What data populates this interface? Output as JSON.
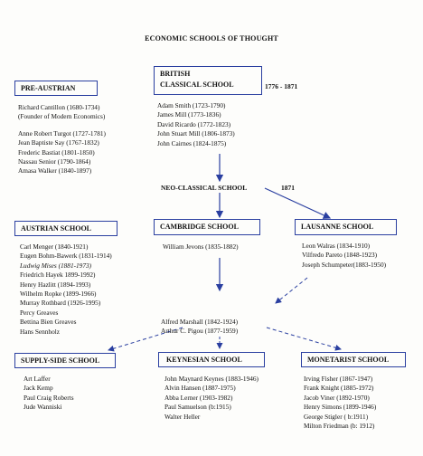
{
  "title": "ECONOMIC SCHOOLS OF THOUGHT",
  "pre_austrian": {
    "label": "PRE-AUSTRIAN",
    "members": [
      "Richard Cantillon (1680-1734)",
      "(Founder of Modern Economics)",
      "",
      "Anne Robert Turgot (1727-1781)",
      "Jean Baptiste Say (1767-1832)",
      "Frederic Bastiat (1801-1850)",
      "Nassau Senior (1790-1864)",
      "Amasa Walker (1840-1897)"
    ]
  },
  "british": {
    "label_line1": "BRITISH",
    "label_line2": "CLASSICAL SCHOOL",
    "years": "1776 - 1871",
    "members": [
      "Adam Smith (1723-1790)",
      "James Mill (1773-1836)",
      "David Ricardo (1772-1823)",
      "John Stuart Mill (1806-1873)",
      "John Cairnes (1824-1875)"
    ]
  },
  "neoclassical": {
    "label": "NEO-CLASSICAL SCHOOL",
    "year": "1871"
  },
  "austrian": {
    "label": "AUSTRIAN SCHOOL",
    "members": [
      "Carl Menger (1840-1921)",
      "Eugen Bohm-Bawerk (1831-1914)",
      "Ludwig Mises (1881-1973)",
      "Friedrich Hayek 1899-1992)",
      "Henry Hazlitt (1894-1993)",
      "Wilhelm Ropke (1899-1966)",
      "Murray Rothbard (1926-1995)",
      "Percy Greaves",
      "Bettina Bien Greaves",
      "Hans Sennholz"
    ]
  },
  "cambridge": {
    "label": "CAMBRIDGE SCHOOL",
    "members": [
      "William Jevons (1835-1882)"
    ],
    "later_members": [
      "Alfred Marshall (1842-1924)",
      "Arthur C. Pigou (1877-1959)"
    ]
  },
  "lausanne": {
    "label": "LAUSANNE SCHOOL",
    "members": [
      "Leon Walras (1834-1910)",
      "Vilfredo Pareto (1848-1923)",
      "Joseph Schumpeter(1883-1950)"
    ]
  },
  "supply_side": {
    "label": "SUPPLY-SIDE SCHOOL",
    "members": [
      "Art Laffer",
      "Jack Kemp",
      "Paul Craig Roberts",
      "Jude Wanniski"
    ]
  },
  "keynesian": {
    "label": "KEYNESIAN SCHOOL",
    "members": [
      "John Maynard Keynes (1883-1946)",
      "Alvin Hansen (1887-1975)",
      "Abba Lerner (1903-1982)",
      "Paul Samuelson (b:1915)",
      "Walter Heller"
    ]
  },
  "monetarist": {
    "label": "MONETARIST SCHOOL",
    "members": [
      "Irving Fisher (1867-1947)",
      "Frank Knight (1885-1972)",
      "Jacob Viner (1892-1970)",
      "Henry Simons (1899-1946)",
      "George Stigler ( b:1911)",
      "Milton Friedman (b: 1912)"
    ]
  },
  "colors": {
    "box_border": "#2a3fa0",
    "arrow": "#2a3fa0",
    "text": "#111111"
  }
}
